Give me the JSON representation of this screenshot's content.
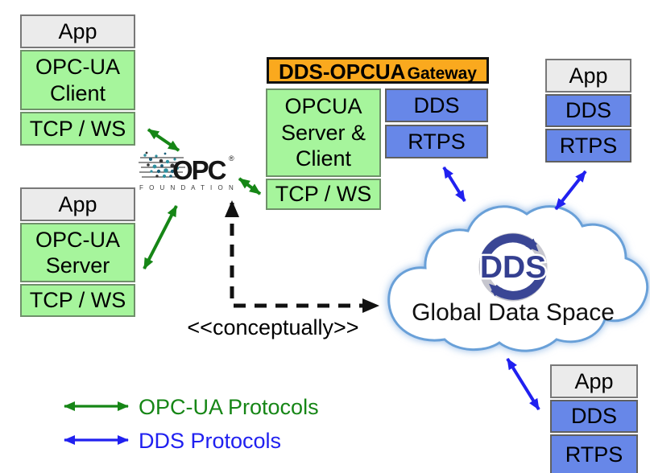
{
  "colors": {
    "app_box_fill": "#ebebeb",
    "opcua_green_fill": "#a6f59c",
    "dds_blue_fill": "#6787e8",
    "gateway_orange_fill": "#faa91e",
    "opcua_arrow_green": "#168616",
    "dds_arrow_blue": "#2020f0",
    "dds_logo_navy": "#343f90",
    "cloud_outline_blue": "#69a0d8"
  },
  "stacks": {
    "opcua_client": {
      "app": "App",
      "mid": "OPC-UA Client",
      "bottom": "TCP / WS"
    },
    "opcua_server": {
      "app": "App",
      "mid": "OPC-UA Server",
      "bottom": "TCP / WS"
    },
    "dds_right": {
      "app": "App",
      "mid": "DDS",
      "bottom": "RTPS"
    },
    "dds_bottom": {
      "app": "App",
      "mid": "DDS",
      "bottom": "RTPS"
    }
  },
  "gateway": {
    "title": "DDS-OPCUA",
    "badge": "Gateway",
    "opcua_layer": "OPCUA Server & Client",
    "transport_layer": "TCP / WS",
    "dds_layer": "DDS",
    "rtps_layer": "RTPS"
  },
  "opc_foundation": {
    "name": "OPC",
    "registered": "®",
    "subtitle": "F O U N D A T I O N"
  },
  "cloud": {
    "logo": "DDS",
    "caption": "Global Data Space"
  },
  "annotations": {
    "conceptually": "<<conceptually>>"
  },
  "legend": {
    "opcua": "OPC-UA Protocols",
    "dds": "DDS Protocols"
  }
}
